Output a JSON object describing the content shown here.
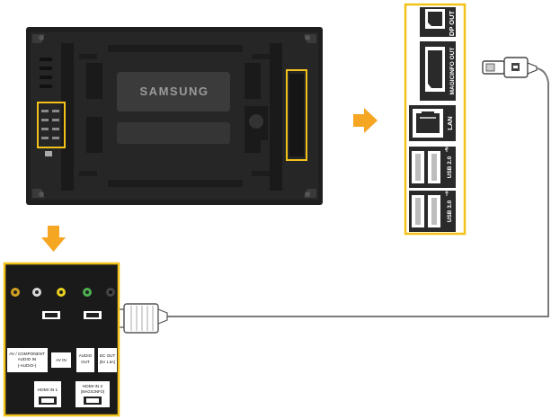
{
  "brand": "SAMSUNG",
  "colors": {
    "highlight": "#f2c21b",
    "arrow": "#f5a623",
    "panel": "#1a1a1a",
    "cable": "#7a7a7a"
  },
  "right_panel": {
    "dp_out": "DP OUT",
    "magicinfo_out": "MAGICINFO OUT",
    "lan": "LAN",
    "usb_20": "USB 2.0",
    "usb_30": "USB 3.0"
  },
  "left_panel": {
    "av_component_audio_in": "AV / COMPONENT",
    "av_component_audio_in_2": "AUDIO IN",
    "av_component_audio_in_3": "(-AUDIO-)",
    "av_in": "AV IN",
    "audio_out": "AUDIO",
    "audio_out_2": "OUT",
    "dc_out": "DC OUT",
    "dc_out_2": "[5V 1.5A]",
    "hdmi_in_1": "HDMI IN 1",
    "hdmi_in_2": "HDMI IN 2",
    "hdmi_in_2_sub": "(MAGICINFO)"
  }
}
